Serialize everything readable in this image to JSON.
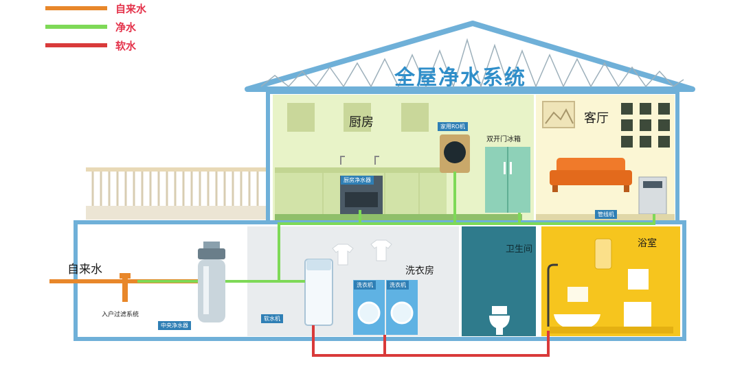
{
  "legend": [
    {
      "label": "自来水",
      "color": "#e8872a"
    },
    {
      "label": "净水",
      "color": "#7ed957"
    },
    {
      "label": "软水",
      "color": "#d93a3a"
    }
  ],
  "title": "全屋净水系统",
  "rooms": {
    "kitchen": "厨房",
    "living": "客厅",
    "laundry": "洗衣房",
    "toilet": "卫生间",
    "bathroom": "浴室"
  },
  "labels": {
    "tap_water": "自来水",
    "entry_filter": "入户过滤系统",
    "fridge": "双开门冰箱"
  },
  "tags": {
    "kitchen_purifier": "厨房净水器",
    "home_ro": "家用RO机",
    "pipeline": "管线机",
    "central_purifier": "中央净水器",
    "softener": "软水机",
    "washer1": "洗衣机",
    "washer2": "洗衣机"
  },
  "colors": {
    "house_frame": "#6fb0d8",
    "tap_pipe": "#e8872a",
    "pure_pipe": "#7ed957",
    "soft_pipe": "#d93a3a",
    "kitchen_bg": "#e8f3c8",
    "living_bg": "#fbf6d4",
    "laundry_bg": "#e9ecee",
    "toilet_bg": "#2f7b8c",
    "bath_bg": "#f6c51e"
  }
}
